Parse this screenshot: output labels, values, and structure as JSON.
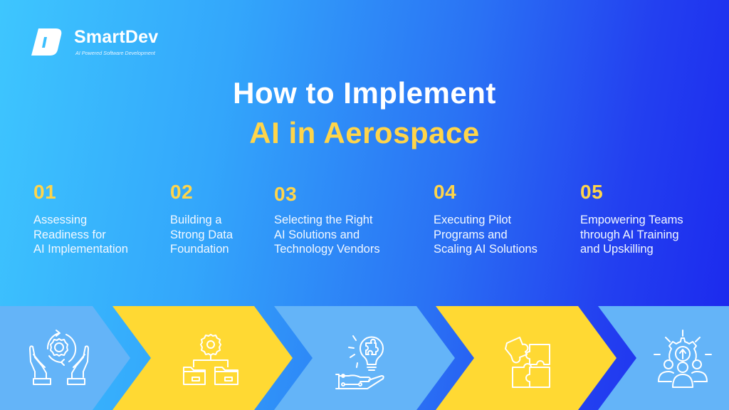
{
  "brand": {
    "name": "SmartDev",
    "tagline": "AI Powered Software Development"
  },
  "title": {
    "line1": "How to Implement",
    "line2": "AI in Aerospace"
  },
  "colors": {
    "accent_yellow": "#ffd54a",
    "chevron_light": "#64b4f8",
    "chevron_yellow": "#ffd933",
    "bg_left": "#3ec6fe",
    "bg_right": "#1b27ee"
  },
  "steps": [
    {
      "number": "01",
      "description": "Assessing\nReadiness for\nAI Implementation",
      "icon": "hands-gear-cycle-icon"
    },
    {
      "number": "02",
      "description": "Building a\nStrong Data\nFoundation",
      "icon": "gear-folders-hierarchy-icon"
    },
    {
      "number": "03",
      "description": "Selecting the Right\nAI Solutions and\nTechnology Vendors",
      "icon": "hand-lightbulb-puzzle-icon"
    },
    {
      "number": "04",
      "description": "Executing Pilot\nPrograms and\nScaling AI Solutions",
      "icon": "puzzle-pieces-icon"
    },
    {
      "number": "05",
      "description": "Empowering Teams\nthrough AI Training\nand Upskilling",
      "icon": "team-gear-growth-icon"
    }
  ]
}
